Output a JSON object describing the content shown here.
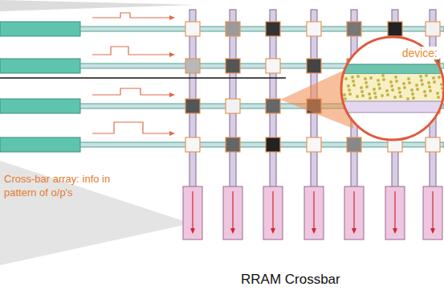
{
  "diagram": {
    "caption": "RRAM Crossbar",
    "nodes": [
      {
        "text": [
          "device:"
        ]
      }
    ],
    "labels": [
      "Cross-bar array: info in pattern of o/p's"
    ]
  }
}
